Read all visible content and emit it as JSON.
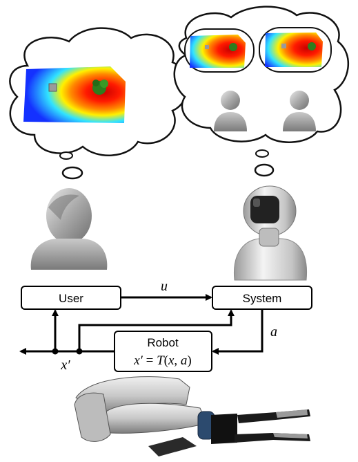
{
  "diagram": {
    "user_box_label": "User",
    "system_box_label": "System",
    "robot_box_label": "Robot",
    "robot_equation": {
      "lhs": "x′",
      "eq": " = ",
      "fn": "T",
      "args_open": "(",
      "arg1": "x",
      "comma": ", ",
      "arg2": "a",
      "args_close": ")"
    },
    "edge_user_to_system": "u",
    "edge_system_to_robot": "a",
    "edge_robot_output": "x′"
  },
  "colors": {
    "heatmap": [
      "#1a3cff",
      "#00c8ff",
      "#fff200",
      "#ff2a00",
      "#d40000"
    ],
    "box_stroke": "#000000",
    "avatar_gray": "#9a9a9a",
    "robot_body": "#d9d9d9",
    "object_green": "#2e7d1e"
  },
  "icons": {
    "user": "person-silhouette-icon",
    "system": "robot-avatar-icon",
    "robot_arm": "robot-arm-gripper-icon",
    "object": "green-object-icon",
    "cube": "gray-cube-icon"
  }
}
